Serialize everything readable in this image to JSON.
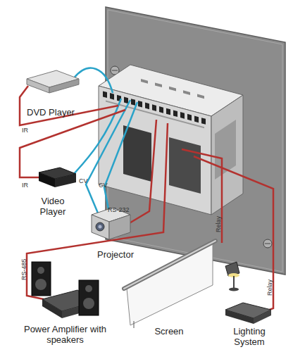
{
  "diagram": {
    "nodes": [
      {
        "text": [
          "DVD Player"
        ]
      },
      {
        "text": [
          "Video Player"
        ]
      },
      {
        "text": [
          "Projector"
        ]
      },
      {
        "text": [
          "Power Amplifier with speakers"
        ]
      },
      {
        "text": [
          "Screen"
        ]
      },
      {
        "text": [
          "Lighting System"
        ]
      }
    ],
    "labels": [
      "IR",
      "IR",
      "CV",
      "CV",
      "RS-232",
      "Relay",
      "RS-485",
      "Relay"
    ]
  }
}
